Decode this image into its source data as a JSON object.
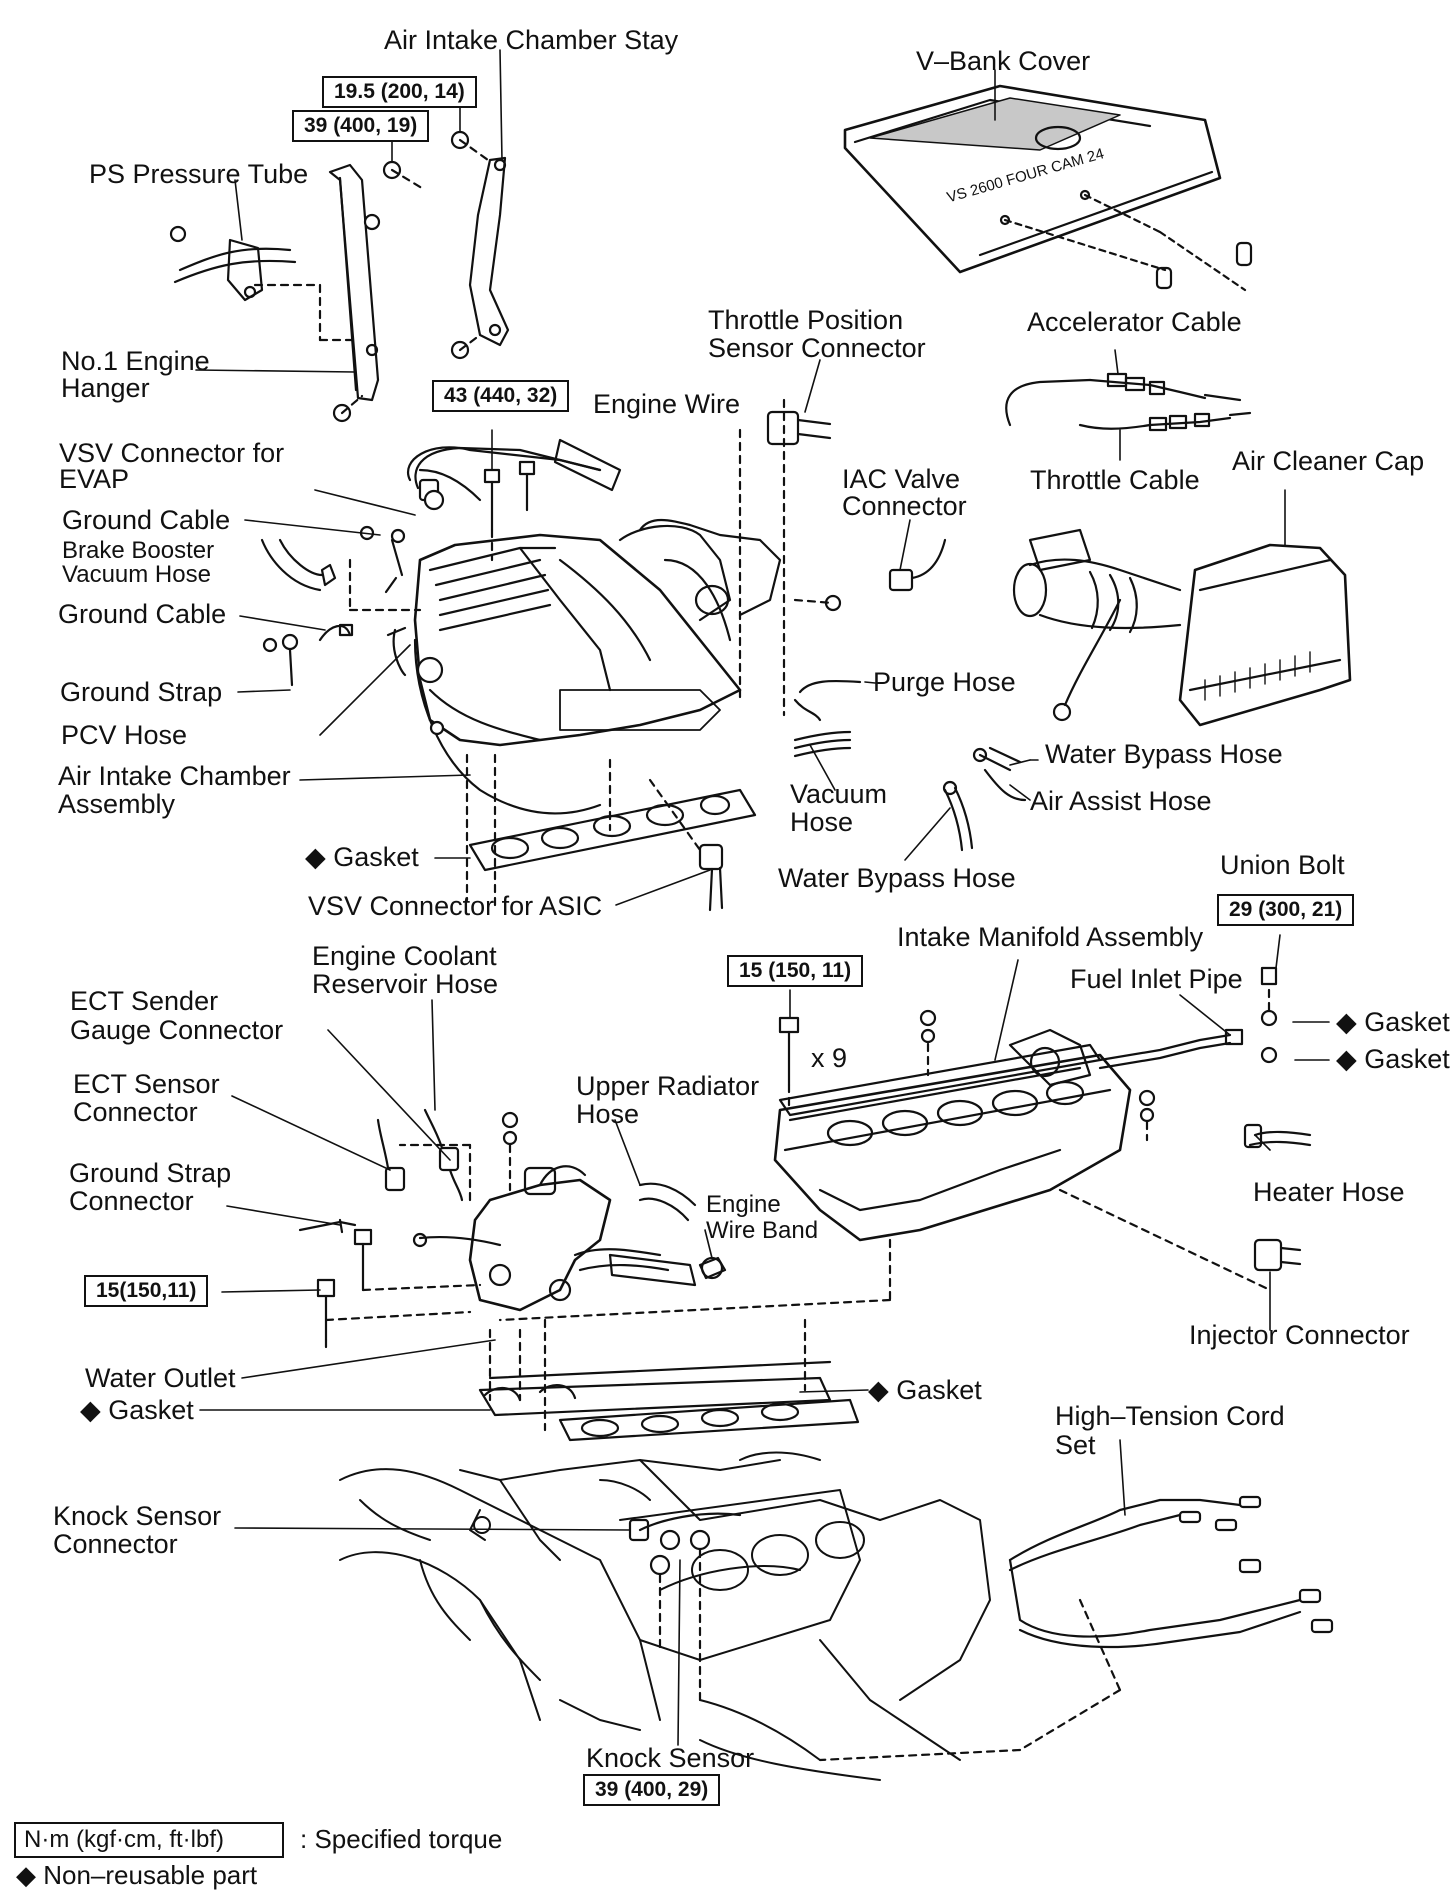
{
  "labels": {
    "air_intake_chamber_stay": "Air Intake Chamber Stay",
    "v_bank_cover": "V–Bank Cover",
    "ps_pressure_tube": "PS Pressure Tube",
    "no1_engine_hanger_1": "No.1 Engine",
    "no1_engine_hanger_2": "Hanger",
    "throttle_position_1": "Throttle Position",
    "throttle_position_2": "Sensor Connector",
    "accelerator_cable": "Accelerator Cable",
    "engine_wire": "Engine Wire",
    "vsv_evap_1": "VSV Connector for",
    "vsv_evap_2": "EVAP",
    "throttle_cable": "Throttle Cable",
    "air_cleaner_cap": "Air Cleaner Cap",
    "iac_valve_1": "IAC Valve",
    "iac_valve_2": "Connector",
    "ground_cable_1": "Ground Cable",
    "brake_booster_1": "Brake Booster",
    "brake_booster_2": "Vacuum Hose",
    "ground_cable_2": "Ground Cable",
    "ground_strap": "Ground Strap",
    "purge_hose": "Purge Hose",
    "pcv_hose": "PCV Hose",
    "water_bypass_hose_1": "Water Bypass Hose",
    "air_intake_chamber_1": "Air Intake Chamber",
    "air_intake_chamber_2": "Assembly",
    "vacuum_hose_1": "Vacuum",
    "vacuum_hose_2": "Hose",
    "air_assist_hose": "Air Assist Hose",
    "gasket_upper": "◆ Gasket",
    "water_bypass_hose_2": "Water Bypass Hose",
    "union_bolt": "Union Bolt",
    "vsv_asic": "VSV Connector for ASIC",
    "engine_coolant_1": "Engine Coolant",
    "engine_coolant_2": "Reservoir Hose",
    "intake_manifold": "Intake Manifold Assembly",
    "ect_sender_1": "ECT Sender",
    "ect_sender_2": "Gauge Connector",
    "fuel_inlet_pipe": "Fuel Inlet Pipe",
    "gasket_right_1": "◆ Gasket",
    "gasket_right_2": "◆ Gasket",
    "x9": "x 9",
    "ect_sensor_1": "ECT Sensor",
    "ect_sensor_2": "Connector",
    "upper_radiator_1": "Upper Radiator",
    "upper_radiator_2": "Hose",
    "ground_strap_conn_1": "Ground Strap",
    "ground_strap_conn_2": "Connector",
    "engine_wire_band_1": "Engine",
    "engine_wire_band_2": "Wire Band",
    "heater_hose": "Heater Hose",
    "injector_connector": "Injector Connector",
    "water_outlet": "Water Outlet",
    "gasket_lower_left": "◆ Gasket",
    "gasket_lower_mid": "◆ Gasket",
    "high_tension_1": "High–Tension Cord",
    "high_tension_2": "Set",
    "knock_sensor_conn_1": "Knock Sensor",
    "knock_sensor_conn_2": "Connector",
    "knock_sensor": "Knock Sensor",
    "cover_text": "VS 2600 FOUR CAM 24"
  },
  "torques": {
    "t1": "19.5 (200, 14)",
    "t2": "39 (400, 19)",
    "t3": "43 (440, 32)",
    "t4": "29 (300, 21)",
    "t5": "15 (150, 11)",
    "t6": "15(150,11)",
    "t7": "39 (400, 29)"
  },
  "legend": {
    "unit_box": "N·m (kgf·cm, ft·lbf)",
    "unit_desc": ": Specified torque",
    "nonreusable": "◆ Non–reusable part"
  }
}
